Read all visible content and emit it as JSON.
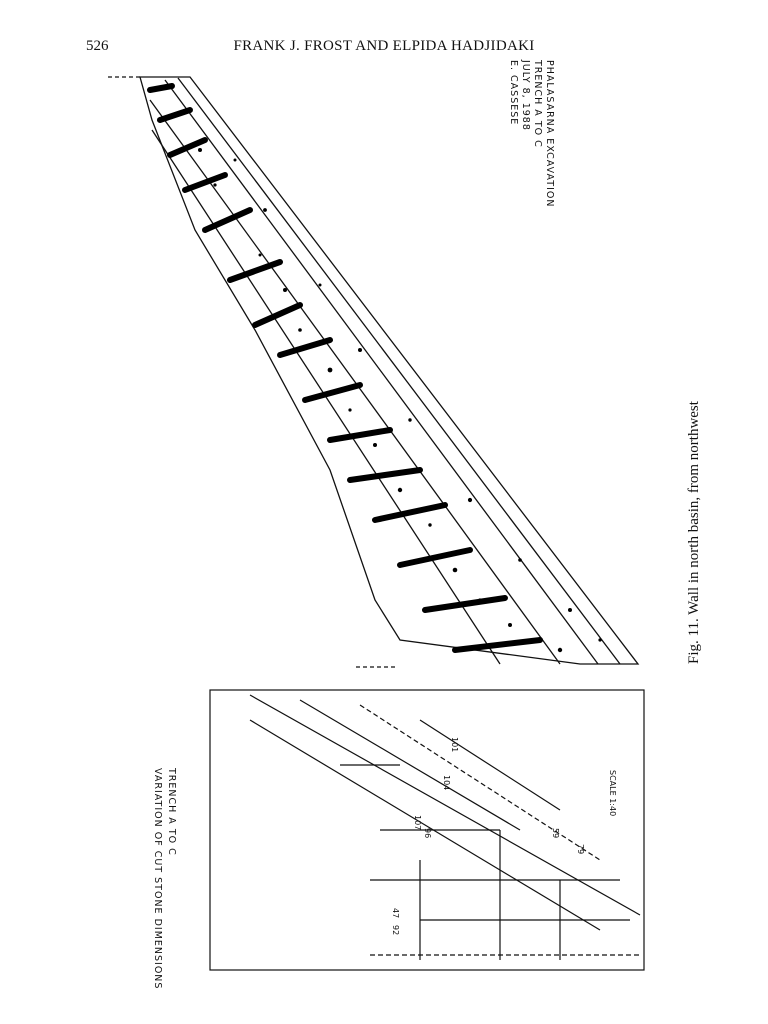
{
  "header": {
    "page_number": "526",
    "authors": "FRANK J. FROST AND ELPIDA HADJIDAKI"
  },
  "figure": {
    "caption": "Fig. 11. Wall in north basin, from northwest",
    "drawing_label": {
      "line1": "PHALASARNA EXCAVATION",
      "line2": "TRENCH A TO C",
      "line3": "JULY 8, 1988",
      "line4": "E. CASSESE"
    },
    "diagram_label": {
      "line1": "TRENCH A TO C",
      "line2": "VARIATION OF CUT STONE DIMENSIONS"
    },
    "dimensions": [
      "101",
      "104",
      "107",
      "96",
      "59",
      "92",
      "47",
      "79"
    ],
    "scale": "SCALE 1:40"
  }
}
